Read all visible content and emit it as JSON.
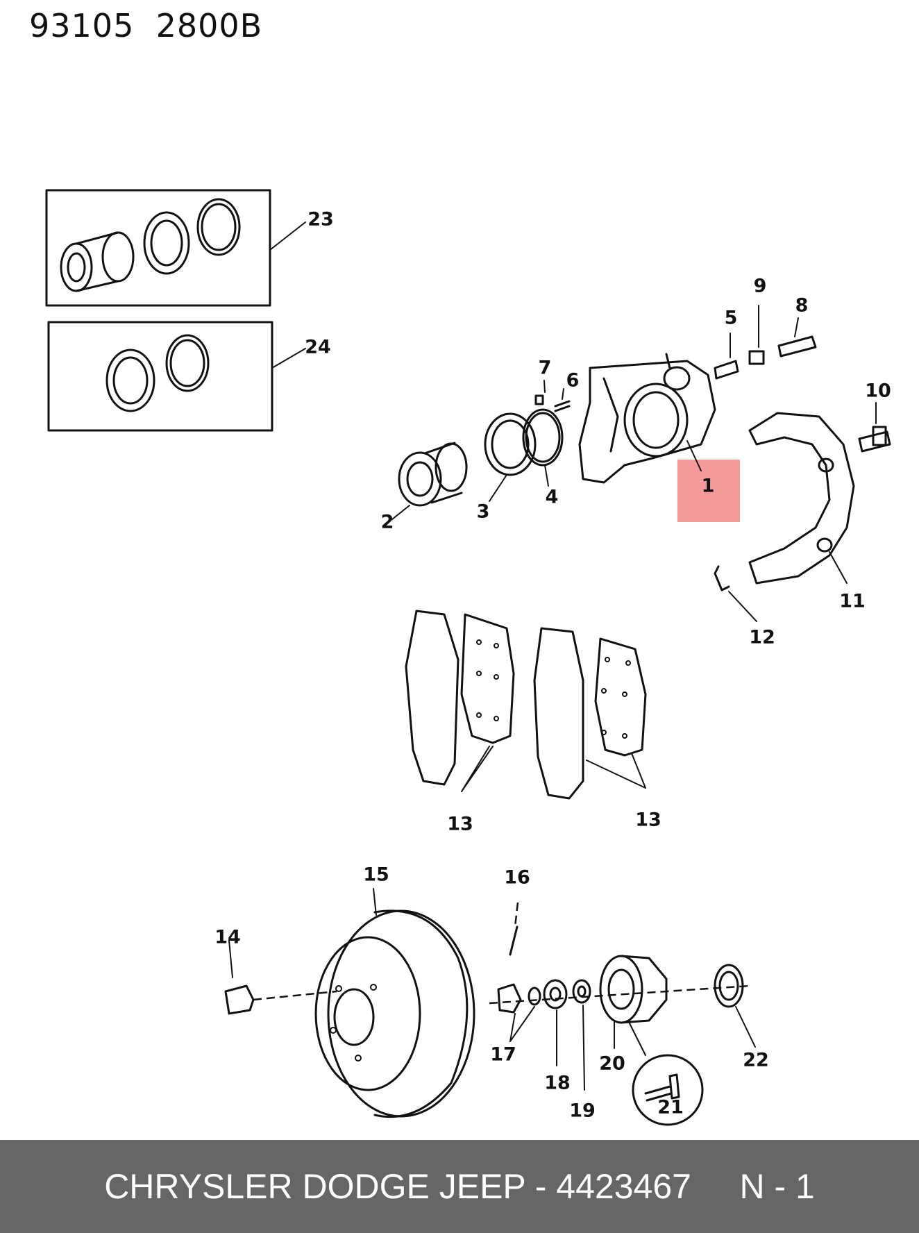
{
  "header": {
    "code": "93105  2800B"
  },
  "callouts": [
    {
      "id": "1",
      "label": "1"
    },
    {
      "id": "2",
      "label": "2"
    },
    {
      "id": "3",
      "label": "3"
    },
    {
      "id": "4",
      "label": "4"
    },
    {
      "id": "5",
      "label": "5"
    },
    {
      "id": "6",
      "label": "6"
    },
    {
      "id": "7",
      "label": "7"
    },
    {
      "id": "8",
      "label": "8"
    },
    {
      "id": "9",
      "label": "9"
    },
    {
      "id": "10",
      "label": "10"
    },
    {
      "id": "11",
      "label": "11"
    },
    {
      "id": "12",
      "label": "12"
    },
    {
      "id": "13a",
      "label": "13"
    },
    {
      "id": "13b",
      "label": "13"
    },
    {
      "id": "14",
      "label": "14"
    },
    {
      "id": "15",
      "label": "15"
    },
    {
      "id": "16",
      "label": "16"
    },
    {
      "id": "17",
      "label": "17"
    },
    {
      "id": "18",
      "label": "18"
    },
    {
      "id": "19",
      "label": "19"
    },
    {
      "id": "20",
      "label": "20"
    },
    {
      "id": "21",
      "label": "21"
    },
    {
      "id": "22",
      "label": "22"
    },
    {
      "id": "23",
      "label": "23"
    },
    {
      "id": "24",
      "label": "24"
    }
  ],
  "highlight": {
    "label": "1",
    "color": "#f59a9a"
  },
  "footer": {
    "brand_part": "CHRYSLER DODGE JEEP - 4423467",
    "ref": "N - 1"
  }
}
